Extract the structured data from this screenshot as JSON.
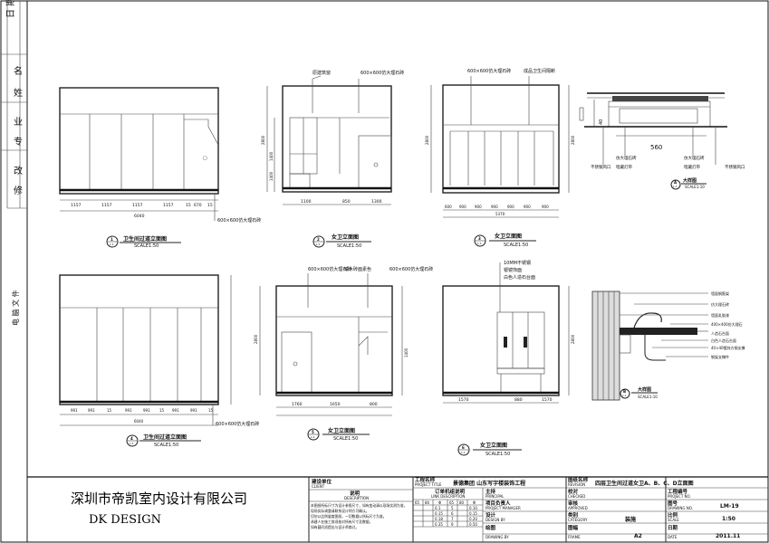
{
  "side_strip": {
    "revision_labels": [
      "日 期",
      "名",
      "姓",
      "业",
      "专",
      "改",
      "修"
    ],
    "electronic_file": "电 脑 文 件"
  },
  "views": {
    "v1": {
      "title": "卫生间过道立面图",
      "scale": "SCALE1:50",
      "marker_num": "1",
      "marker_sub": "L-1",
      "note_bottom": "600×600仿大理石砖",
      "dims": [
        "1157",
        "1157",
        "1157",
        "1157",
        "15",
        "670",
        "15"
      ],
      "total": "6040"
    },
    "v2": {
      "title": "女卫立面图",
      "scale": "SCALE1:50",
      "marker_num": "2",
      "marker_sub": "L-1",
      "label_a": "原建筑窗",
      "label_b": "600×600仿大理石砖",
      "dims": [
        "1100",
        "850",
        "1300"
      ],
      "heights": [
        "2800",
        "1400",
        "1400"
      ]
    },
    "v3": {
      "title": "女卫立面图",
      "scale": "SCALE1:50",
      "marker_num": "3",
      "marker_sub": "L-1",
      "label_a": "600×600仿大理石砖",
      "label_b": "成品卫生间隔断",
      "dims": [
        "600",
        "900",
        "900",
        "900",
        "900",
        "900",
        "900"
      ],
      "total": "5370",
      "heights": [
        "2800",
        "2800"
      ]
    },
    "v4": {
      "title": "大样图",
      "scale": "SCALE1:10",
      "marker_num": "A",
      "marker_sub": "L-1",
      "dim_top": "560",
      "dim_side": "40",
      "labels": [
        "不锈钢风口",
        "仿大理石砖",
        "暗藏灯带",
        "仿大理石砖",
        "暗藏灯带",
        "不锈钢风口"
      ]
    },
    "v5": {
      "title": "卫生间过道立面图",
      "scale": "SCALE1:50",
      "marker_num": "4",
      "marker_sub": "L-1",
      "note_bottom": "600×600仿大理石砖",
      "dims": [
        "991",
        "991",
        "15",
        "991",
        "991",
        "15",
        "991",
        "991",
        "15"
      ],
      "total": "6040"
    },
    "v6": {
      "title": "女卫立面图",
      "scale": "SCALE1:50",
      "marker_num": "5",
      "marker_sub": "L-1",
      "label_a": "600×600仿大理石砖",
      "label_b": "镜木砖面素色",
      "label_c": "600×600仿大理石砖",
      "dims": [
        "1760",
        "1650",
        "800"
      ],
      "heights": [
        "2800",
        "1400"
      ]
    },
    "v7": {
      "title": "女卫立面图",
      "scale": "SCALE1:50",
      "marker_num": "6",
      "marker_sub": "L-1",
      "labels": [
        "10MM不锈钢",
        "银镜饰面",
        "白色人造石台面"
      ],
      "dims": [
        "1570",
        "880",
        "1570"
      ],
      "heights": [
        "2800"
      ]
    },
    "v8": {
      "title": "大样图",
      "scale": "SCALE1:10",
      "marker_num": "B",
      "marker_sub": "L-1",
      "labels": [
        "墙面钢筋架",
        "仿大理石砖",
        "墙面乳胶漆",
        "400×400仿大理石",
        "人造石台面",
        "白色人造石台面",
        "40×40镀锌方钢支撑",
        "钢架支撑件"
      ]
    }
  },
  "title_block": {
    "company_cn": "深圳市帝凯室内设计有限公司",
    "company_en": "DK     DESIGN",
    "client_label": "建设单位",
    "client_en": "CLIENT",
    "desc_label": "说明",
    "desc_en": "DESCRIPTION",
    "desc_text": [
      "本图纸所标尺寸为设计参照尺寸，如有变动请以现场实测为准，",
      "现场实际调整请联系设计师方可确认。",
      "切勿以比例量度图纸，一切数据以所标尺寸为准。",
      "承建人在施工前须核对所有尺寸及数据，",
      "如有疑问须提出与设计师商讨。"
    ],
    "project_label": "工程名称",
    "project_en": "PROJECT TITLE",
    "project_name": "景德集团  山东写字楼装饰工程",
    "link_label": "订单机组说明",
    "link_en": "LINK DESCRIPTION",
    "table_header": [
      "65",
      "80",
      "Φ",
      "65",
      "80",
      "Φ"
    ],
    "table_rows": [
      [
        "",
        "",
        "0.1",
        "5",
        "",
        "0.10"
      ],
      [
        "",
        "",
        "0.15",
        "6",
        "",
        "0.15"
      ],
      [
        "",
        "",
        "0.18",
        "7",
        "",
        "0.20"
      ],
      [
        "",
        "",
        "0.35",
        "9",
        "",
        "0.50"
      ]
    ],
    "drawing_name_label": "图纸名称",
    "revision_en": "REVISION",
    "drawing_name": "四层卫生间过道女卫A、B、C、D立面图",
    "checked_label": "校对",
    "checked_en": "CHECKED",
    "approved_label": "审核",
    "approved_en": "APPROVED",
    "principal_label": "主持",
    "principal_en": "PRINCIPAL",
    "pm_label": "项目负责人",
    "pm_en": "PROJECT MANAGER",
    "design_label": "设计",
    "design_en": "DESIGN BY",
    "drawn_label": "绘图",
    "drawn_en": "DRAWING BY",
    "project_no_label": "工程编号",
    "project_no_en": "PROJECT NO.",
    "drawing_no_label": "图号",
    "drawing_no_en": "DRAWING NO.",
    "drawing_no": "LM-19",
    "category_label": "类别",
    "category_en": "CATEGORY",
    "category": "装施",
    "scale_label": "比例",
    "scale_en": "SCALE",
    "scale": "1:50",
    "frame_label": "图幅",
    "frame_en": "FRAME",
    "frame": "A2",
    "date_label": "日期",
    "date_en": "DATE",
    "date": "2011.11"
  }
}
